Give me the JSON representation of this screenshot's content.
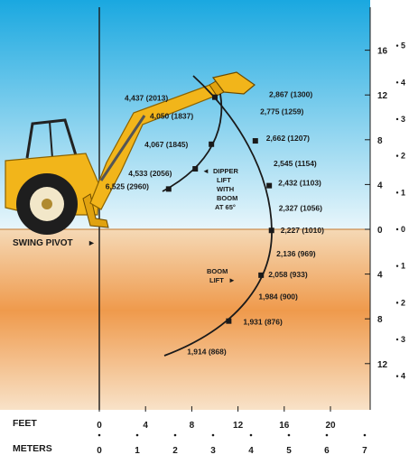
{
  "units": {
    "feet": "FEET",
    "meters": "METERS"
  },
  "swing_pivot_label": "SWING PIVOT",
  "dipper_note": [
    "DIPPER",
    "LIFT",
    "WITH",
    "BOOM",
    "AT 65°"
  ],
  "boom_lift_note": [
    "BOOM",
    "LIFT"
  ],
  "feet_ticks_x": [
    "0",
    "4",
    "8",
    "12",
    "16",
    "20"
  ],
  "meter_ticks_x": [
    "0",
    "1",
    "2",
    "3",
    "4",
    "5",
    "6",
    "7"
  ],
  "feet_ticks_y": [
    "16",
    "12",
    "8",
    "4",
    "0",
    "4",
    "8",
    "12"
  ],
  "meter_ticks_y": [
    "5",
    "4",
    "3",
    "2",
    "1",
    "0",
    "1",
    "2",
    "3",
    "4"
  ],
  "colors": {
    "sky_top": "#1aa8e0",
    "sky_bottom": "#e8f6fb",
    "ground_top": "#f5d9b6",
    "ground_mid": "#ef9a4c",
    "ground_bottom": "#f8e2c8",
    "machine": "#f2b51a",
    "curve": "#1a1a1a"
  },
  "lift_points": [
    {
      "id": "dipper-1",
      "label": "4,437 (2013)",
      "x_ft": 10.0,
      "y_ft": 11.8
    },
    {
      "id": "dipper-2",
      "label": "4,050 (1837)",
      "x_ft": 10.0,
      "y_ft": 10.3
    },
    {
      "id": "dipper-3",
      "label": "4,067 (1845)",
      "x_ft": 9.7,
      "y_ft": 7.6
    },
    {
      "id": "dipper-4",
      "label": "4,533 (2056)",
      "x_ft": 8.3,
      "y_ft": 5.4
    },
    {
      "id": "dipper-5",
      "label": "6,525 (2960)",
      "x_ft": 6.0,
      "y_ft": 3.6
    },
    {
      "id": "boom-1",
      "label": "2,867 (1300)",
      "x_ft": 10.0,
      "y_ft": 11.8
    },
    {
      "id": "boom-2",
      "label": "2,775 (1259)",
      "x_ft": 12.2,
      "y_ft": 10.3
    },
    {
      "id": "boom-3",
      "label": "2,662 (1207)",
      "x_ft": 13.5,
      "y_ft": 7.9
    },
    {
      "id": "boom-4",
      "label": "2,545 (1154)",
      "x_ft": 14.3,
      "y_ft": 5.9
    },
    {
      "id": "boom-5",
      "label": "2,432 (1103)",
      "x_ft": 14.7,
      "y_ft": 3.9
    },
    {
      "id": "boom-6",
      "label": "2,327 (1056)",
      "x_ft": 14.9,
      "y_ft": 1.9
    },
    {
      "id": "boom-7",
      "label": "2,227 (1010)",
      "x_ft": 14.9,
      "y_ft": -0.1
    },
    {
      "id": "boom-8",
      "label": "2,136 (969)",
      "x_ft": 14.7,
      "y_ft": -2.1
    },
    {
      "id": "boom-9",
      "label": "2,058 (933)",
      "x_ft": 14.0,
      "y_ft": -4.1
    },
    {
      "id": "boom-10",
      "label": "1,984 (900)",
      "x_ft": 13.0,
      "y_ft": -6.0
    },
    {
      "id": "boom-11",
      "label": "1,931 (876)",
      "x_ft": 11.2,
      "y_ft": -8.2
    },
    {
      "id": "boom-12",
      "label": "1,914 (868)",
      "x_ft": 9.0,
      "y_ft": -10.2
    }
  ]
}
